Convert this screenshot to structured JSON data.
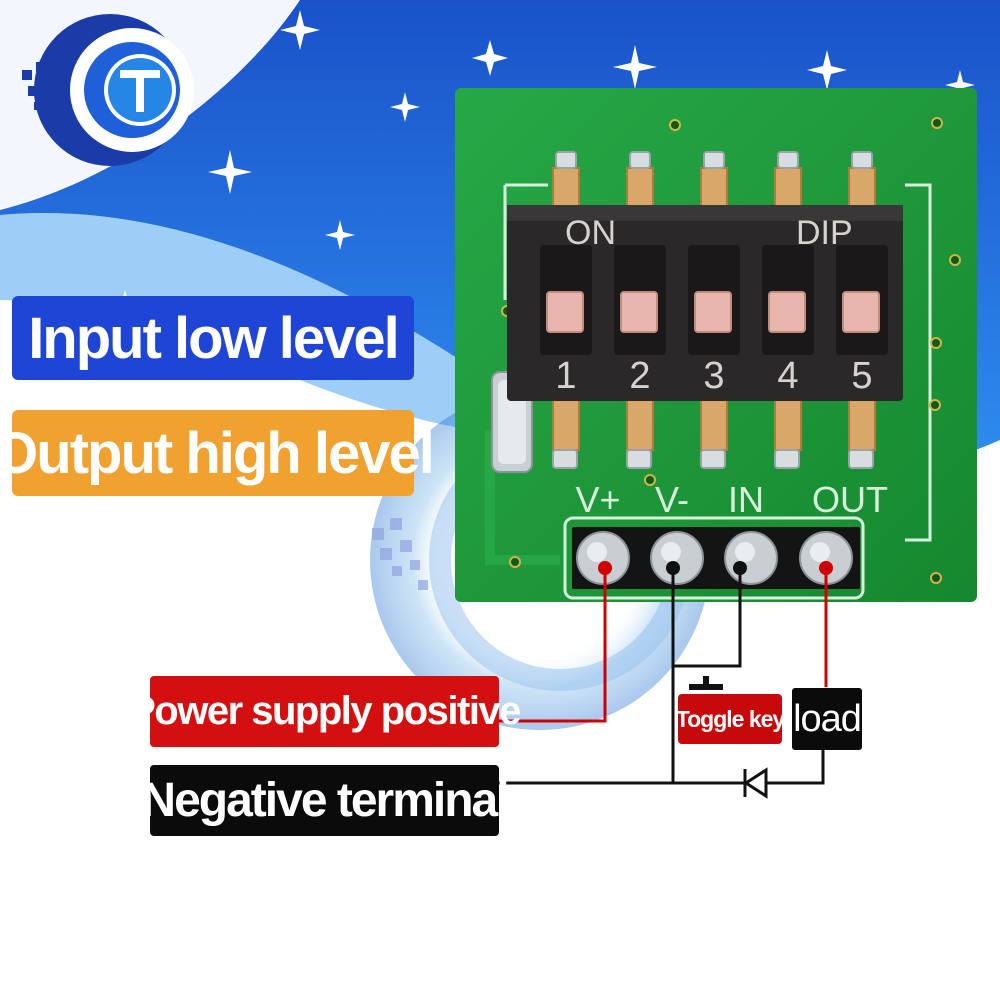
{
  "labels": {
    "input": "Input low level",
    "output": "Output high level",
    "power": "Power supply positive",
    "negative": "Negative terminal",
    "toggle": "Toggle key",
    "load": "load"
  },
  "board": {
    "on": "ON",
    "dip": "DIP",
    "switch_numbers": [
      "1",
      "2",
      "3",
      "4",
      "5"
    ],
    "pins": [
      "V+",
      "V-",
      "IN",
      "OUT"
    ]
  },
  "colors": {
    "sky": "#1d72da",
    "pcb": "#1a9a3a",
    "dip_body": "#2b2829",
    "input_label": "#1f45d6",
    "output_label": "#f1a130",
    "power_label": "#d40f0f",
    "wire_red": "#d10000",
    "wire_black": "#111111"
  }
}
